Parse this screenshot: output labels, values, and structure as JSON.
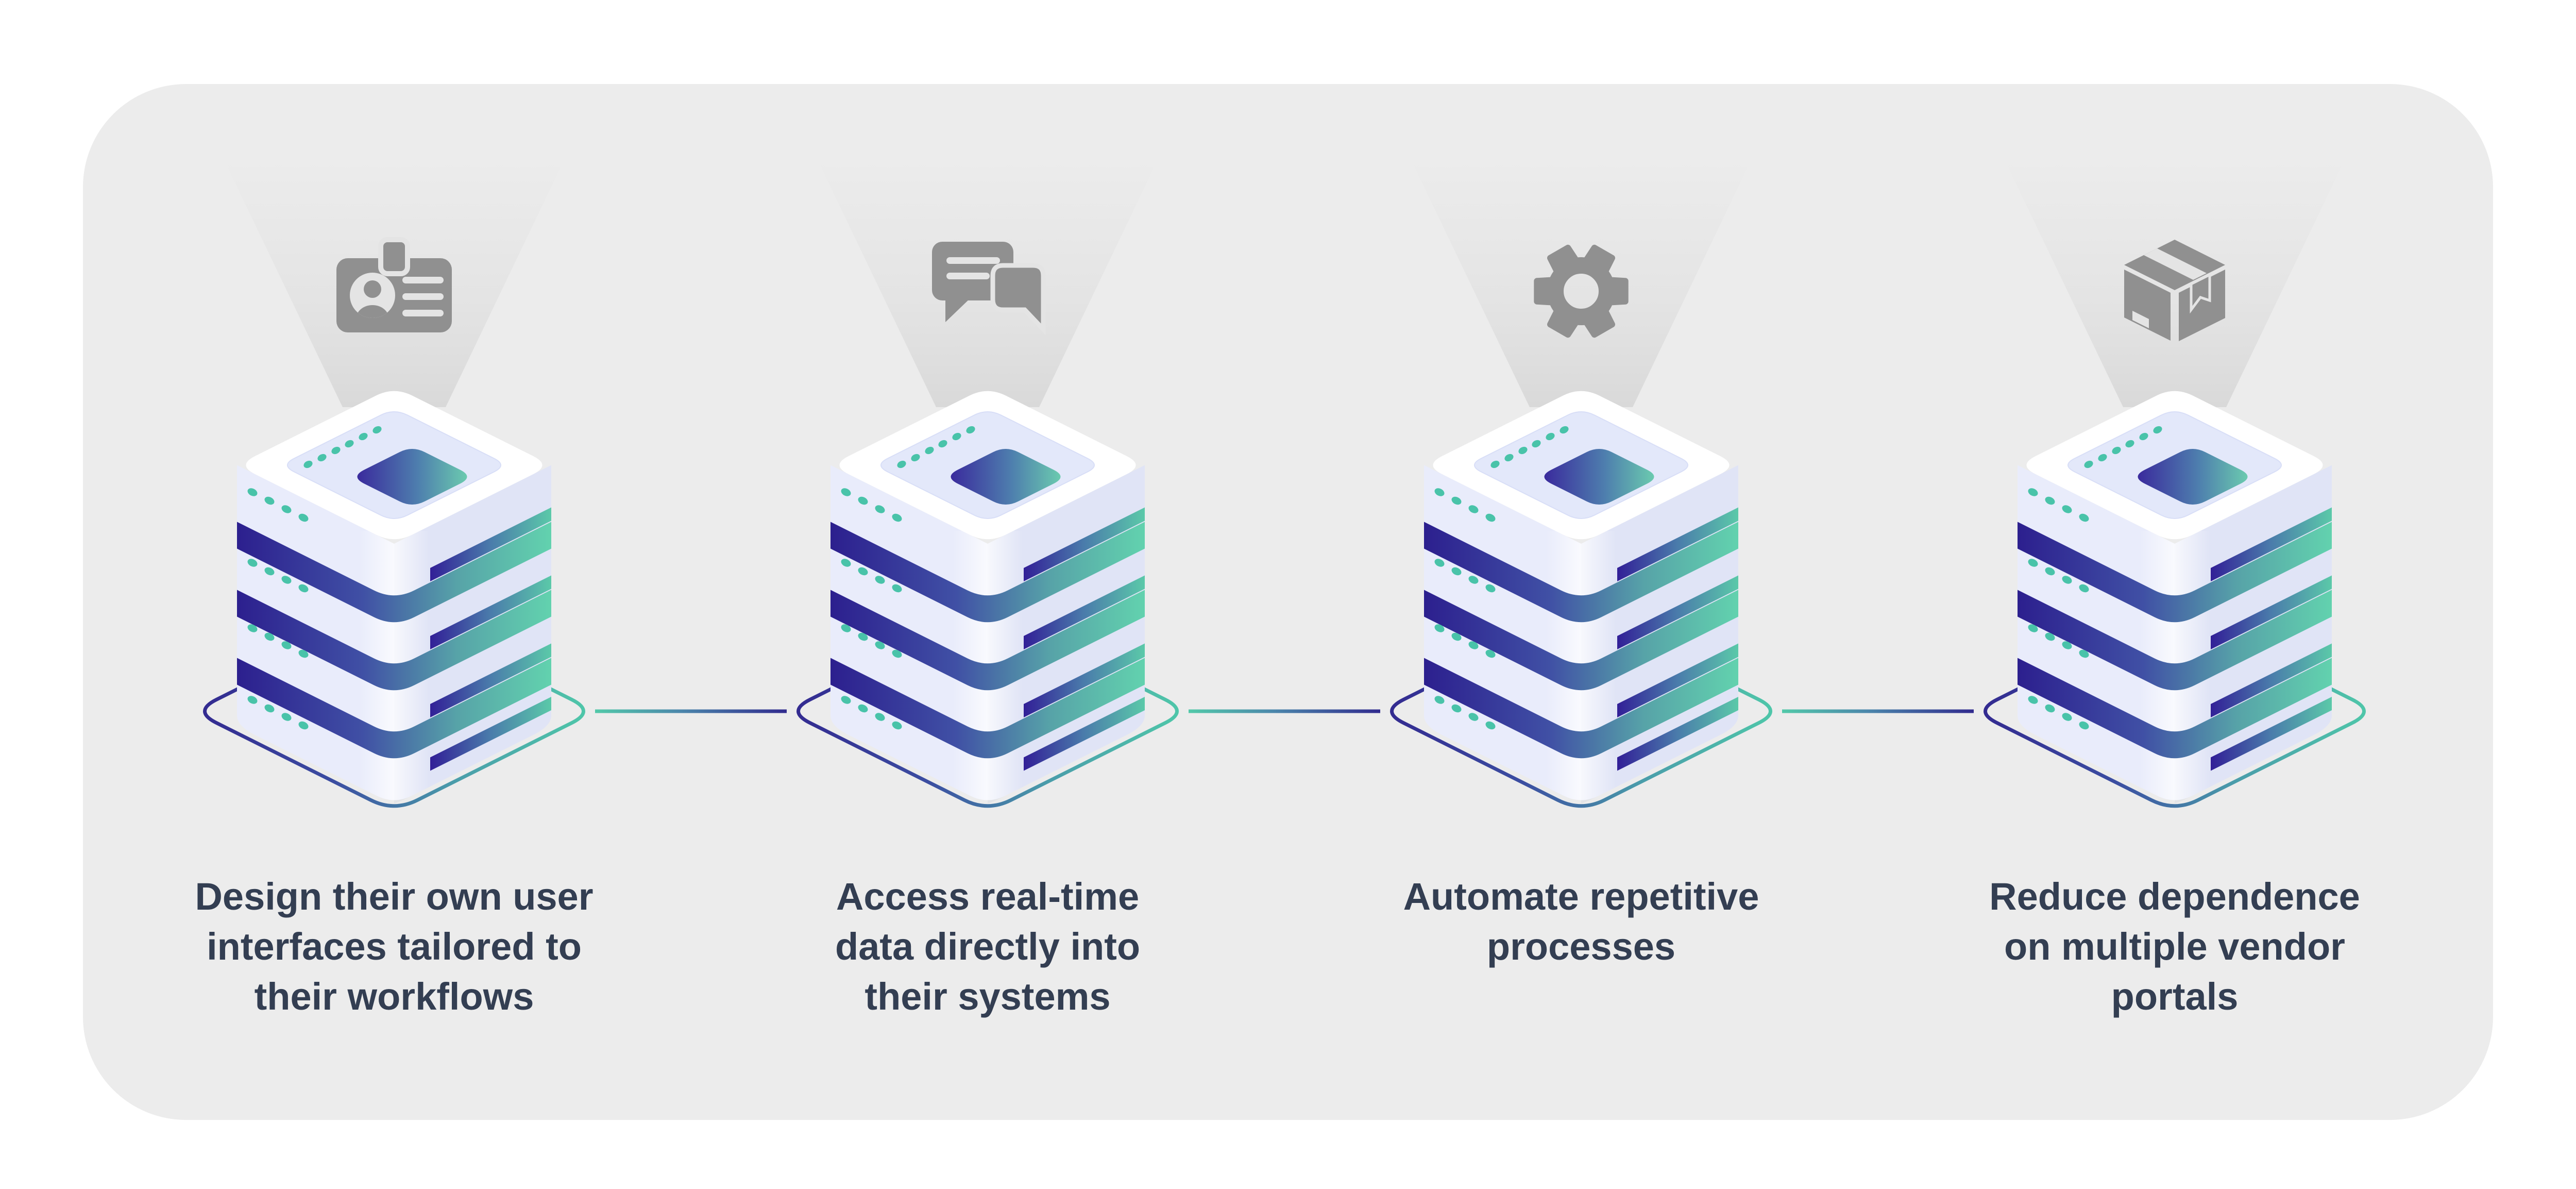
{
  "page": {
    "background": "#ffffff"
  },
  "card": {
    "background": "#ececec"
  },
  "features": [
    {
      "icon": "id-card-icon",
      "icon_ref": "#icon-id-card",
      "label": "Design their own user\ninterfaces tailored to\ntheir workflows"
    },
    {
      "icon": "chat-icon",
      "icon_ref": "#icon-chat",
      "label": "Access real-time\ndata directly into\ntheir systems"
    },
    {
      "icon": "gear-icon",
      "icon_ref": "#icon-gear",
      "label": "Automate repetitive\nprocesses"
    },
    {
      "icon": "box-icon",
      "icon_ref": "#icon-box",
      "label": "Reduce dependence\non multiple vendor\nportals"
    }
  ],
  "colors": {
    "accent_indigo": "#32288f",
    "accent_teal": "#4fc9a9",
    "icon_gray": "#909090",
    "text": "#333e52",
    "server_face": "#e9ecfb",
    "server_top": "#ffffff"
  }
}
